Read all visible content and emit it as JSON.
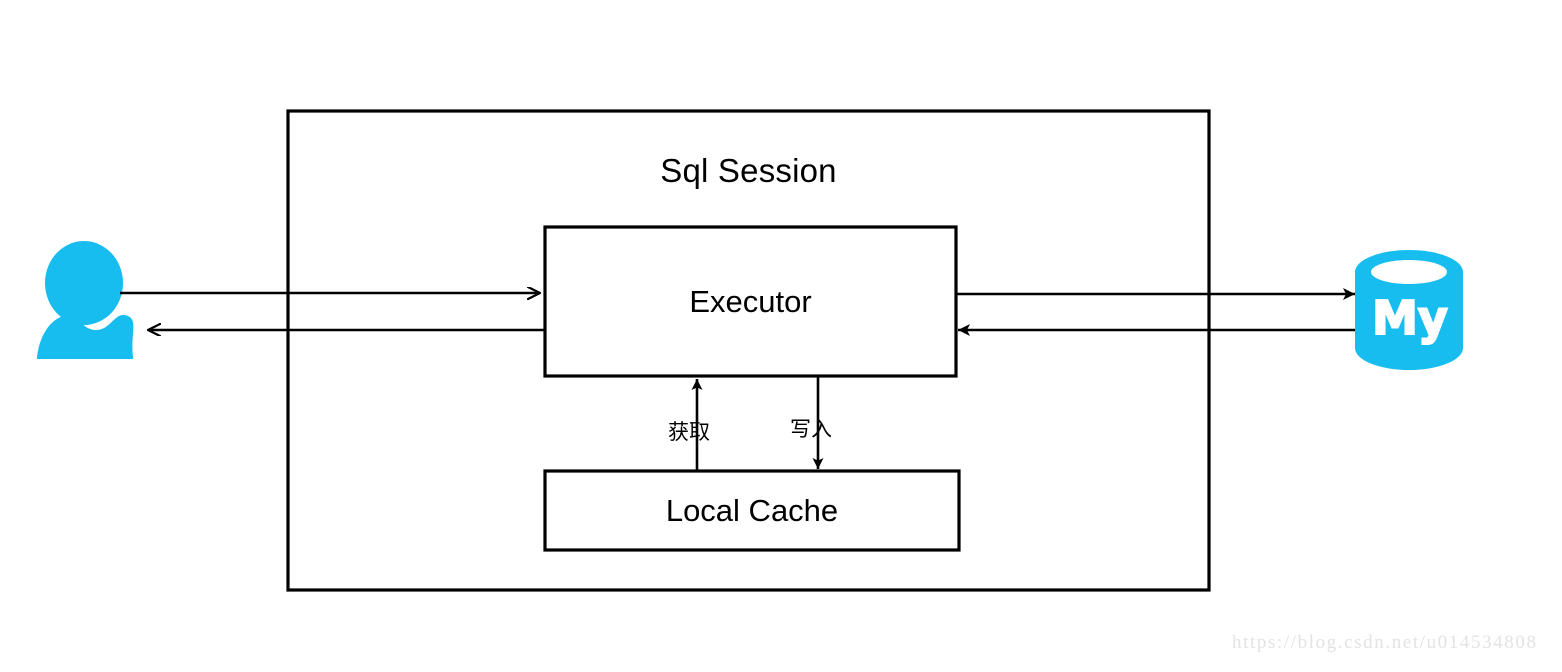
{
  "diagram": {
    "title": "Sql Session",
    "colors": {
      "accent_cyan": "#18bdef",
      "stroke_black": "#000000",
      "background": "#ffffff",
      "watermark_gray": "#e3e3e3"
    },
    "outer_box": {
      "label": "Sql Session"
    },
    "nodes": [
      {
        "id": "user",
        "label": "",
        "icon": "user-icon",
        "color": "#18bdef"
      },
      {
        "id": "executor",
        "label": "Executor"
      },
      {
        "id": "local_cache",
        "label": "Local Cache"
      },
      {
        "id": "mysql",
        "label": "My",
        "icon": "mysql-database-icon",
        "color": "#18bdef"
      }
    ],
    "edges": [
      {
        "id": "user-to-executor",
        "from": "user",
        "to": "executor",
        "label": "",
        "direction": "right"
      },
      {
        "id": "executor-to-user",
        "from": "executor",
        "to": "user",
        "label": "",
        "direction": "left"
      },
      {
        "id": "executor-to-mysql",
        "from": "executor",
        "to": "mysql",
        "label": "",
        "direction": "right"
      },
      {
        "id": "mysql-to-executor",
        "from": "mysql",
        "to": "executor",
        "label": "",
        "direction": "left"
      },
      {
        "id": "cache-to-executor",
        "from": "local_cache",
        "to": "executor",
        "label": "获取",
        "direction": "up"
      },
      {
        "id": "executor-to-cache",
        "from": "executor",
        "to": "local_cache",
        "label": "写入",
        "direction": "down"
      }
    ],
    "watermark": "https://blog.csdn.net/u014534808"
  }
}
